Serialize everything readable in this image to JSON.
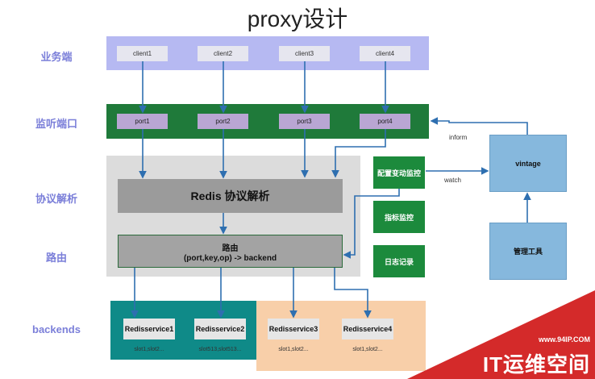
{
  "title": "proxy设计",
  "rows": {
    "business": "业务端",
    "listen": "监听端口",
    "protocol": "协议解析",
    "route": "路由",
    "backends": "backends"
  },
  "clients": [
    "client1",
    "client2",
    "client3",
    "client4"
  ],
  "ports": [
    "port1",
    "port2",
    "port3",
    "port4"
  ],
  "parser_label": "Redis 协议解析",
  "router": {
    "line1": "路由",
    "line2": "(port,key,op)  -> backend"
  },
  "side_boxes": [
    "配置变动监控",
    "指标监控",
    "日志记录"
  ],
  "vintage": "vintage",
  "admin_tool": "管理工具",
  "edge_labels": {
    "inform": "inform",
    "watch": "watch"
  },
  "redis_services": [
    {
      "name": "Redisservice1",
      "slots": "slot1,slot2..."
    },
    {
      "name": "Redisservice2",
      "slots": "slot513,slot513..."
    },
    {
      "name": "Redisservice3",
      "slots": "slot1,slot2..."
    },
    {
      "name": "Redisservice4",
      "slots": "slot1,slot2..."
    }
  ],
  "watermark": {
    "url": "www.94IP.COM",
    "text": "IT运维空间"
  },
  "colors": {
    "row_label": "#7b7fd9",
    "business_band": "#b6b9f2",
    "listen_band": "#1f7a3a",
    "gray_area": "#dcdcdc",
    "teal": "#0f8a88",
    "peach": "#f8cfa9",
    "vintage": "#86b8dd",
    "arrow": "#2e6fb0",
    "watermark": "#d42a2a"
  }
}
